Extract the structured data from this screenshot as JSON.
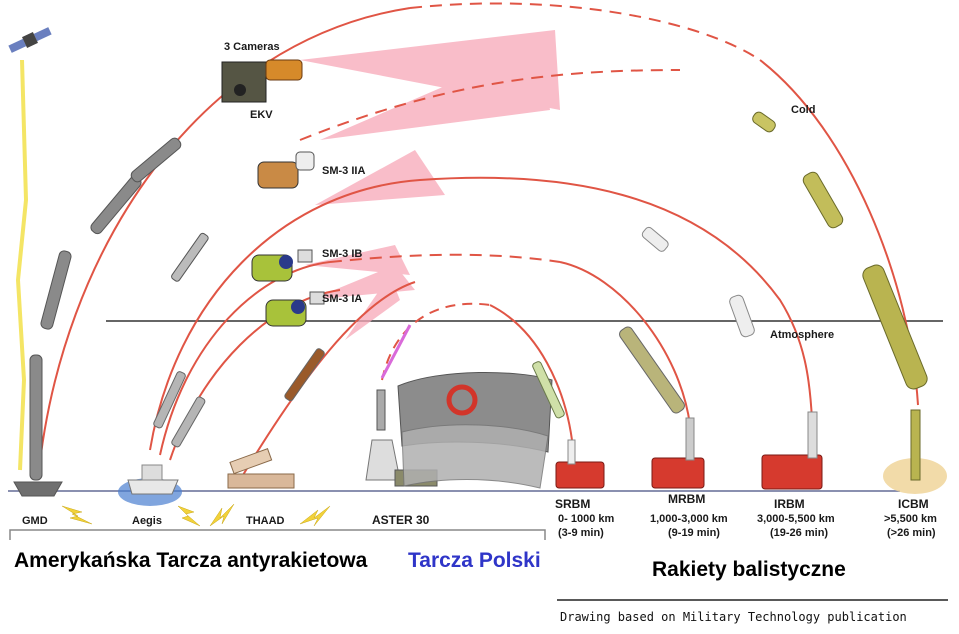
{
  "labels": {
    "cameras": "3 Cameras",
    "ekv": "EKV",
    "cold": "Cold",
    "sm3_iia": "SM-3 IIA",
    "sm3_ib": "SM-3 IB",
    "sm3_ia": "SM-3 IA",
    "atmosphere": "Atmosphere",
    "gmd": "GMD",
    "aegis": "Aegis",
    "thaad": "THAAD",
    "aster": "ASTER 30"
  },
  "missiles": [
    {
      "name": "SRBM",
      "range": "0- 1000 km",
      "time": "(3-9 min)"
    },
    {
      "name": "MRBM",
      "range": "1,000-3,000 km",
      "time": "(9-19 min)"
    },
    {
      "name": "IRBM",
      "range": "3,000-5,500 km",
      "time": "(19-26 min)"
    },
    {
      "name": "ICBM",
      "range": ">5,500 km",
      "time": "(>26 min)"
    }
  ],
  "sections": {
    "american": "Amerykańska Tarcza antyrakietowa",
    "polish": "Tarcza Polski",
    "ballistic": "Rakiety balistyczne"
  },
  "credit": "Drawing based on Military Technology publication",
  "colors": {
    "trajectory": "#e05545",
    "cone": "#f7a8b8",
    "polish_text": "#2f35c8",
    "ground": "#8a90b0",
    "launcher": "#d63a2e",
    "olive_missile": "#b9b450"
  }
}
